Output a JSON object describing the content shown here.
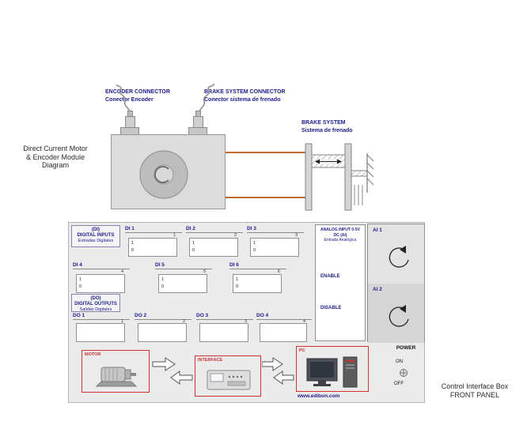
{
  "page": {
    "module_label": "Direct Current Motor\n& Encoder Module\nDiagram",
    "panel_label": "Control Interface Box\nFRONT PANEL"
  },
  "motor_diagram": {
    "encoder_connector_label": "ENCODER CONNECTOR",
    "encoder_connector_sublabel": "Conector Encoder",
    "brake_connector_label": "BRAKE SYSTEM CONNECTOR",
    "brake_connector_sublabel": "Conector sistema de frenado",
    "brake_system_label": "BRAKE SYSTEM",
    "brake_system_sublabel": "Sistema de frenado"
  },
  "panel": {
    "di_header": {
      "code": "(DI)",
      "title": "DIGITAL INPUTS",
      "subtitle": "Entradas Digitales"
    },
    "do_header": {
      "code": "(DO)",
      "title": "DIGITAL OUTPUTS",
      "subtitle": "Salidas Digitales"
    },
    "di_channels": [
      {
        "label": "DI 1",
        "terminal": "1",
        "high": "1",
        "low": "0"
      },
      {
        "label": "DI 2",
        "terminal": "2",
        "high": "1",
        "low": "0"
      },
      {
        "label": "DI 3",
        "terminal": "3",
        "high": "1",
        "low": "0"
      },
      {
        "label": "DI 4",
        "terminal": "4",
        "high": "1",
        "low": "0"
      },
      {
        "label": "DI 5",
        "terminal": "5",
        "high": "1",
        "low": "0"
      },
      {
        "label": "DI 6",
        "terminal": "6",
        "high": "1",
        "low": "0"
      }
    ],
    "do_channels": [
      {
        "label": "DO 1",
        "terminal": "1"
      },
      {
        "label": "DO 2",
        "terminal": "2"
      },
      {
        "label": "DO 3",
        "terminal": "3"
      },
      {
        "label": "DO 4",
        "terminal": "4"
      }
    ],
    "analog_input": {
      "title": "ANALOG INPUT  0-5V DC (AI)",
      "subtitle": "Entrada Analógica",
      "enable_label": "ENABLE",
      "disable_label": "DISABLE"
    },
    "ai_channels": [
      {
        "label": "AI 1"
      },
      {
        "label": "AI 2"
      }
    ],
    "power": {
      "title": "POWER",
      "on_label": "ON",
      "off_label": "OFF"
    },
    "flow": {
      "motor_label": "MOTOR",
      "interface_label": "INTERFACE",
      "pc_label": "PC",
      "website": "www.edibon.com"
    }
  },
  "icons": {
    "motor-icon": "dc motor side view illustration",
    "interface-icon": "control interface box illustration",
    "pc-icon": "desktop computer with tower illustration",
    "dial-icon": "rotary dial arc with arrow",
    "power-switch": "round power switch screw",
    "flow-arrow-right-icon": "outlined block arrow pointing right",
    "flow-arrow-left-icon": "outlined block arrow pointing left",
    "encoder-connector-icon": "DIN connector plug",
    "brake-connector-icon": "DIN connector plug",
    "encoder-cable-icon": "curled cable",
    "brake-cable-icon": "curled cable",
    "motor-shaft-icon": "motor front face with rotation mark",
    "brake-assembly-icon": "brake mechanism with double arrow and hatching"
  },
  "colors": {
    "label_navy": "#1b1b8c",
    "belt_orange": "#bf6a30",
    "highlight_red": "#cc3333",
    "panel_gray": "#ebebeb"
  }
}
